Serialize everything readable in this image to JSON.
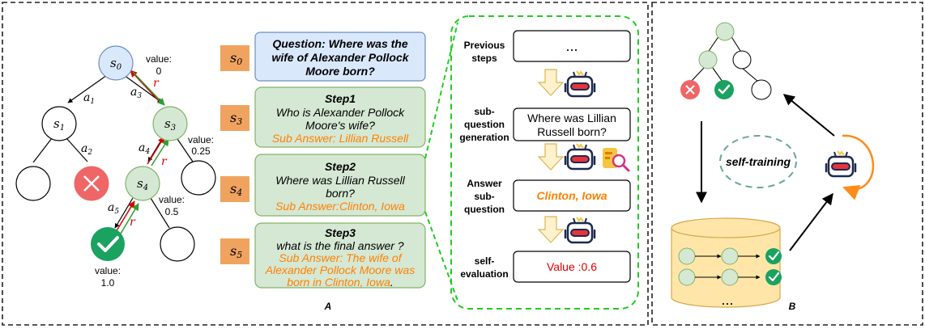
{
  "panel_a": {
    "label": "A",
    "tree": {
      "root": {
        "state": "s",
        "sub": "0",
        "value_label": "value:",
        "value": "0"
      },
      "s1": {
        "state": "s",
        "sub": "1"
      },
      "s3": {
        "state": "s",
        "sub": "3",
        "value_label": "value:",
        "value": "0.25"
      },
      "s4": {
        "state": "s",
        "sub": "4",
        "value_label": "value:",
        "value": "0.5"
      },
      "leaf": {
        "value_label": "value:",
        "value": "1.0"
      },
      "actions": [
        {
          "a": "a",
          "sub": "1"
        },
        {
          "a": "a",
          "sub": "2"
        },
        {
          "a": "a",
          "sub": "3"
        },
        {
          "a": "a",
          "sub": "4"
        },
        {
          "a": "a",
          "sub": "5"
        }
      ],
      "reward": "r"
    },
    "steps": [
      {
        "s": "s",
        "sub": "0",
        "line1": "Question: Where was the",
        "line2": "wife of Alexander Pollock",
        "line3": "Moore born?"
      },
      {
        "s": "s",
        "sub": "3",
        "title": "Step1",
        "q1": "Who is Alexander Pollock",
        "q2": "Moore's wife?",
        "ans": "Sub Answer: Lillian Russell"
      },
      {
        "s": "s",
        "sub": "4",
        "title": "Step2",
        "q1": "Where was Lillian Russell",
        "q2": "born?",
        "ans": "Sub Answer:Clinton, Iowa"
      },
      {
        "s": "s",
        "sub": "5",
        "title": "Step3",
        "q1": "what is the final answer ?",
        "a1": "Sub Answer: The wife of",
        "a2": "Alexander Pollock Moore was",
        "a3": "born in Clinton, Iowa",
        "a3_end": "."
      }
    ],
    "process": {
      "labels": [
        {
          "l1": "Previous",
          "l2": "steps"
        },
        {
          "l1": "sub-",
          "l2": "question",
          "l3": "generation"
        },
        {
          "l1": "Answer",
          "l2": "sub-",
          "l3": "question"
        },
        {
          "l1": "self-",
          "l2": "evaluation"
        }
      ],
      "boxes": {
        "prev": "...",
        "subq1": "Where was Lillian",
        "subq2": "Russell born?",
        "answer": "Clinton, Iowa",
        "eval": "Value :0.6"
      }
    }
  },
  "panel_b": {
    "label": "B",
    "self_training": "self-training",
    "db_ellipsis": "..."
  },
  "colors": {
    "green_fill": "#d5e8d4",
    "green_stroke": "#82b366",
    "blue_fill": "#dae8fc",
    "blue_stroke": "#6c8ebf",
    "orange": "#f0a35e",
    "orange_text": "#ff8000",
    "red": "#d80000",
    "check": "#1aa260",
    "cross": "#ee6666",
    "dashed_green": "#22cc22",
    "db_fill": "#ffe6a8"
  }
}
